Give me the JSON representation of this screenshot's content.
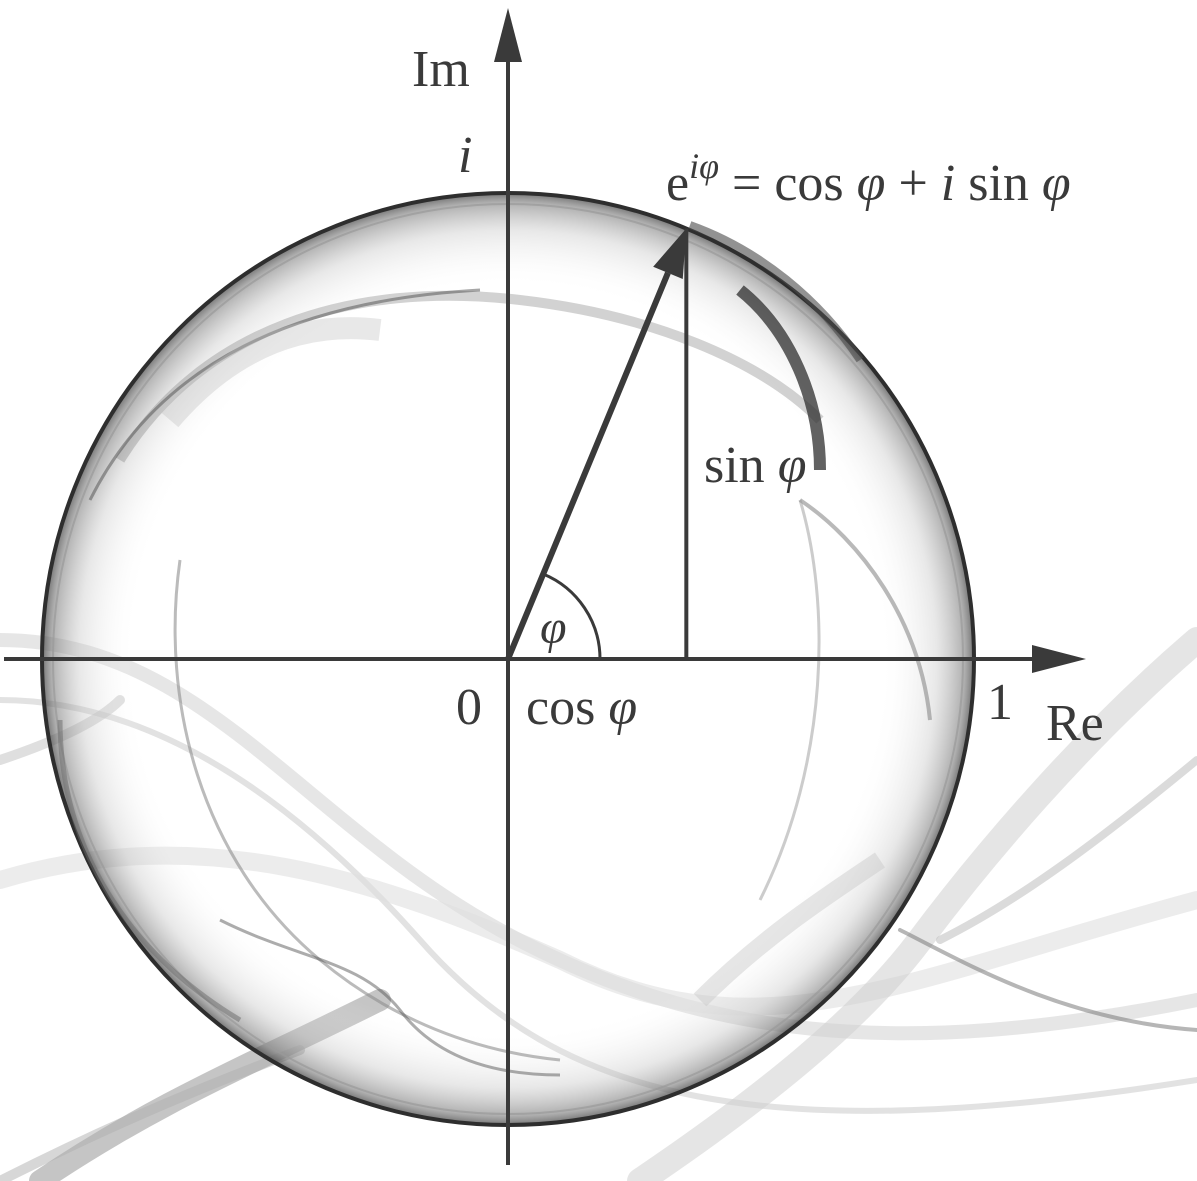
{
  "diagram": {
    "axis_imag_label": "Im",
    "axis_real_label": "Re",
    "imag_unit_label": "i",
    "origin_label": "0",
    "unit_real_label": "1",
    "angle_label": "φ",
    "cos_label": "cos ",
    "cos_var": "φ",
    "sin_label": "sin ",
    "sin_var": "φ",
    "formula": {
      "base": "e",
      "exponent": "iφ",
      "equals": " = cos ",
      "phi1": "φ",
      "plus": " + ",
      "i": "i",
      "sin": " sin ",
      "phi2": "φ"
    },
    "angle_deg": 67.5,
    "colors": {
      "ink": "#3a3a3a",
      "background": "#ffffff",
      "glass_shade": "#8a8a8a"
    }
  }
}
